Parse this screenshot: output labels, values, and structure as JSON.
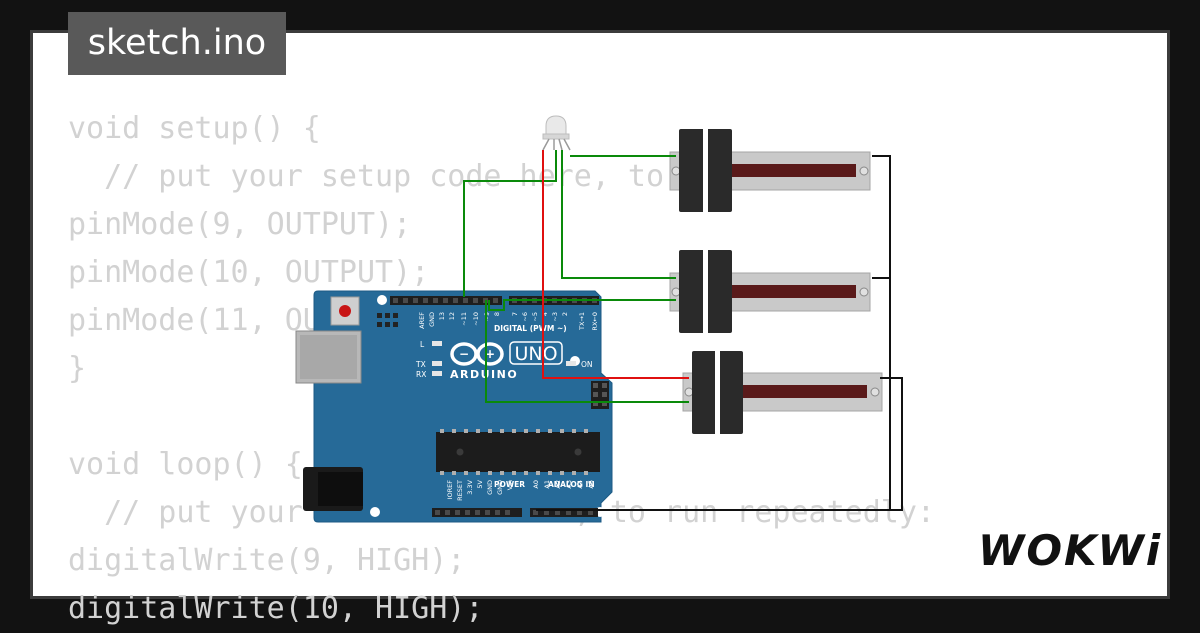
{
  "file_tab": {
    "label": "sketch.ino"
  },
  "code_lines": [
    "void setup() {",
    "  // put your setup code here, to run once:",
    "pinMode(9, OUTPUT);",
    "pinMode(10, OUTPUT);",
    "pinMode(11, OUTPUT);",
    "}",
    "",
    "void loop() {",
    "  // put your main code here, to run repeatedly:",
    "digitalWrite(9, HIGH);",
    "digitalWrite(10, HIGH);"
  ],
  "board": {
    "model_label": "UNO",
    "brand_label": "ARDUINO",
    "digital_label": "DIGITAL (PWM ~)",
    "power_label": "POWER",
    "analog_label": "ANALOG IN",
    "on_label": "ON",
    "led_labels": [
      "L",
      "TX",
      "RX"
    ],
    "top_pins": [
      "AREF",
      "GND",
      "13",
      "12",
      "~11",
      "~10",
      "~9",
      "8",
      "7",
      "~6",
      "~5",
      "4",
      "~3",
      "2",
      "TX→1",
      "RX←0"
    ],
    "bottom_pins": [
      "IOREF",
      "RESET",
      "3.3V",
      "5V",
      "GND",
      "GND",
      "Vin",
      "A0",
      "A1",
      "A2",
      "A3",
      "A4",
      "A5"
    ]
  },
  "wire_colors": {
    "green": "#0a8a0a",
    "red": "#e01010",
    "black": "#111111"
  },
  "brand_logo": "WOKWi"
}
